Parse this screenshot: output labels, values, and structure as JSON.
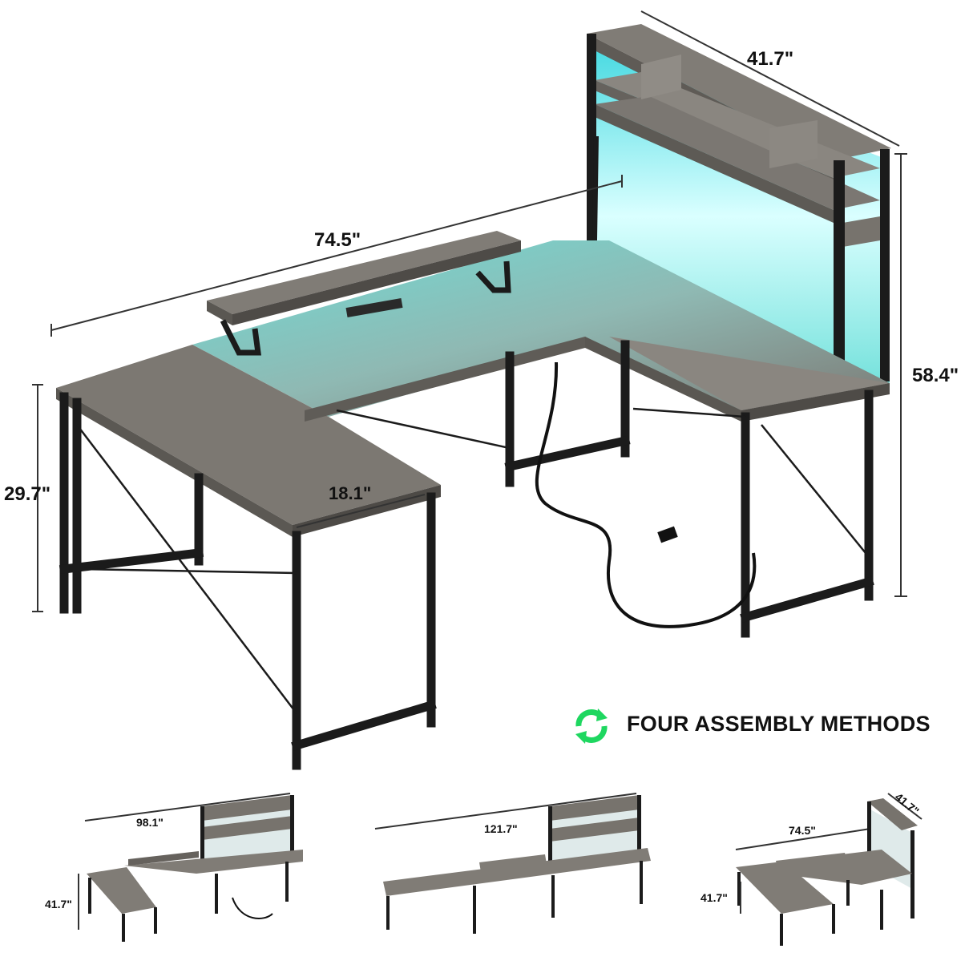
{
  "main": {
    "dims": {
      "width_back": "74.5\"",
      "width_hutch": "41.7\"",
      "height_total": "58.4\"",
      "height_desk": "29.7\"",
      "depth": "18.1\""
    }
  },
  "methods": {
    "heading": "FOUR ASSEMBLY METHODS",
    "icon": "refresh-arrows-icon",
    "icon_color": "#1ed760",
    "items": [
      {
        "dims": {
          "length": "98.1\"",
          "side": "41.7\""
        }
      },
      {
        "dims": {
          "length": "121.7\""
        }
      },
      {
        "dims": {
          "length": "74.5\"",
          "side": "41.7\"",
          "hutch": "41.7\""
        }
      }
    ]
  },
  "colors": {
    "wood": "#77736d",
    "wood_light": "#8d8983",
    "wood_dark": "#55524e",
    "frame": "#1b1b1b",
    "led_glow": "#6fe0dc",
    "text": "#111111"
  }
}
